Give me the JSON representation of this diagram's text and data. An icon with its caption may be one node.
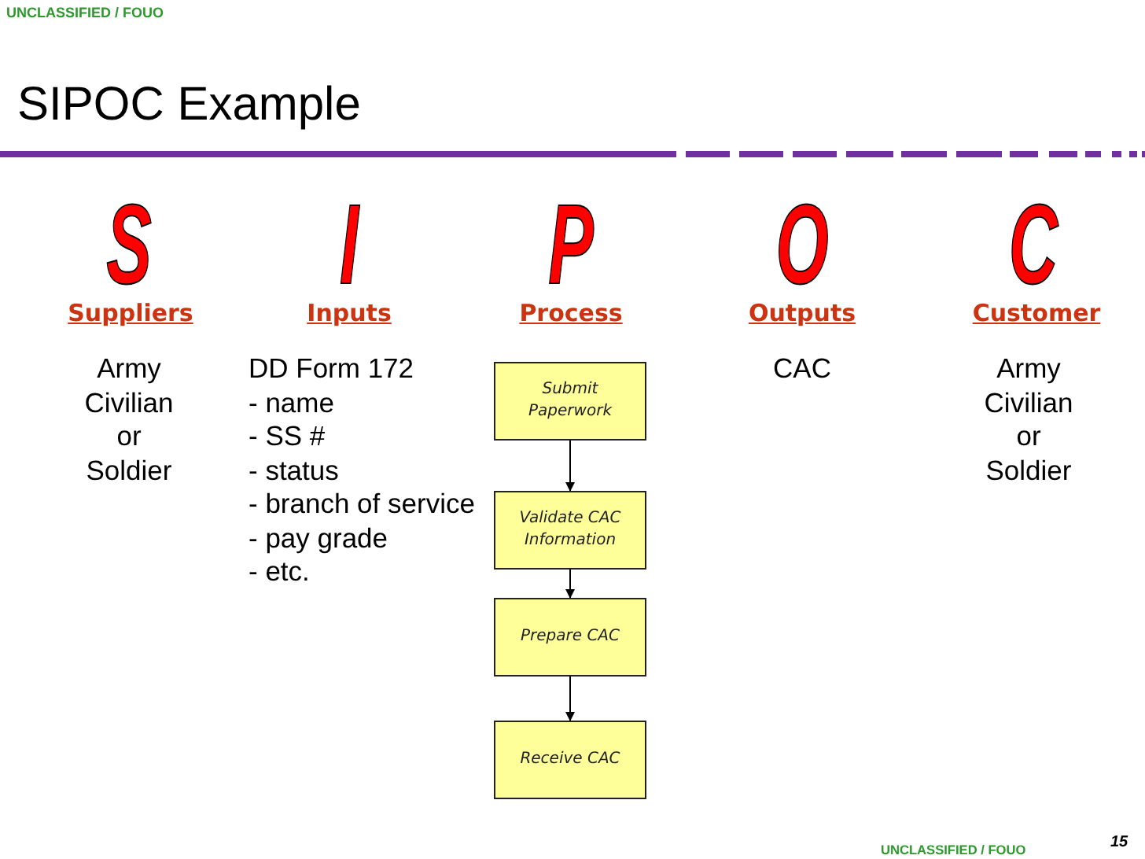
{
  "diagram": {
    "title": "SIPOC Example",
    "nodes": [
      {
        "text": [
          "Submit Paperwork"
        ]
      },
      {
        "text": [
          "Validate CAC Information"
        ]
      },
      {
        "text": [
          "Prepare CAC"
        ]
      },
      {
        "text": [
          "Receive CAC"
        ]
      }
    ],
    "edges": [
      {
        "from": 0,
        "to": 1,
        "arrow": "to"
      },
      {
        "from": 1,
        "to": 2,
        "arrow": "to"
      },
      {
        "from": 2,
        "to": 3,
        "arrow": "to"
      }
    ],
    "labels": [
      "UNCLASSIFIED / FOUO",
      "S",
      "I",
      "P",
      "O",
      "C",
      "Suppliers",
      "Inputs",
      "Process",
      "Outputs",
      "Customer",
      "Army Civilian or Soldier",
      "DD Form 172",
      "- name",
      "- SS #",
      "- status",
      "- branch of service",
      "- pay grade",
      "- etc.",
      "CAC",
      "Army Civilian or Soldier",
      "UNCLASSIFIED / FOUO",
      "15"
    ]
  }
}
